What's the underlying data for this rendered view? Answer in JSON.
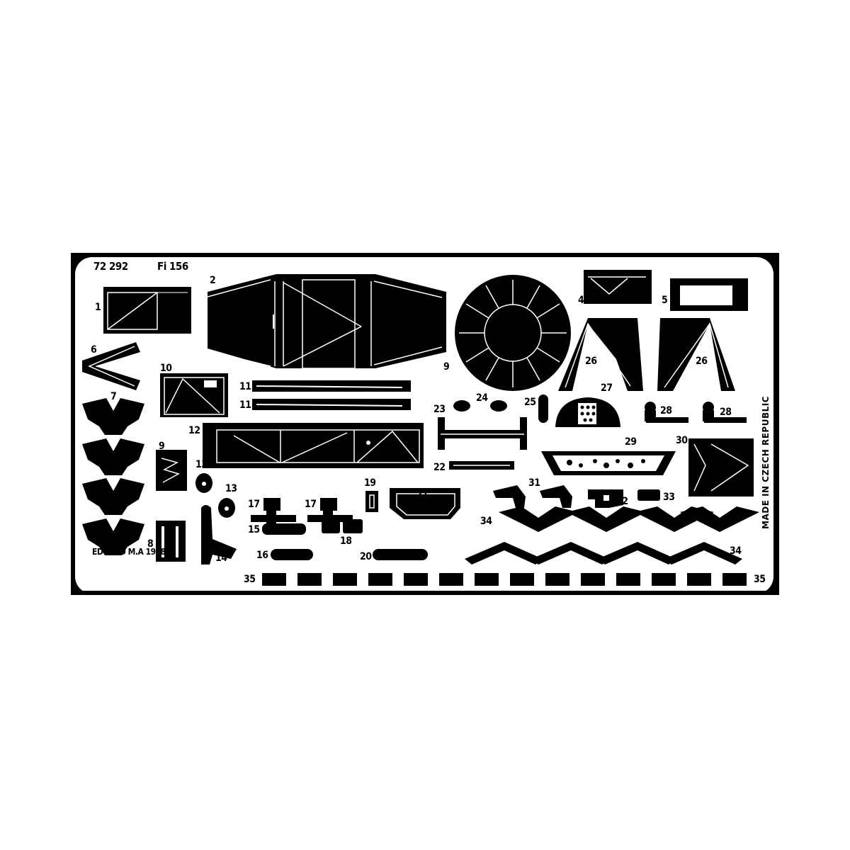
{
  "header": {
    "catalog_number": "72 292",
    "model": "Fi 156"
  },
  "footer": {
    "maker": "EDUARD M.A 1998",
    "origin": "MADE IN CZECH REPUBLIC"
  },
  "colors": {
    "metal": "#000000",
    "background": "#ffffff"
  },
  "parts": [
    {
      "id": "1",
      "label": "1"
    },
    {
      "id": "2",
      "label": "2"
    },
    {
      "id": "4",
      "label": "4"
    },
    {
      "id": "5",
      "label": "5"
    },
    {
      "id": "6",
      "label": "6"
    },
    {
      "id": "7",
      "label": "7"
    },
    {
      "id": "8",
      "label": "8"
    },
    {
      "id": "9a",
      "label": "9"
    },
    {
      "id": "9b",
      "label": "9"
    },
    {
      "id": "10",
      "label": "10"
    },
    {
      "id": "11a",
      "label": "11"
    },
    {
      "id": "11b",
      "label": "11"
    },
    {
      "id": "12",
      "label": "12"
    },
    {
      "id": "13a",
      "label": "13"
    },
    {
      "id": "13b",
      "label": "13"
    },
    {
      "id": "14",
      "label": "14"
    },
    {
      "id": "15",
      "label": "15"
    },
    {
      "id": "16",
      "label": "16"
    },
    {
      "id": "17a",
      "label": "17"
    },
    {
      "id": "17b",
      "label": "17"
    },
    {
      "id": "18",
      "label": "18"
    },
    {
      "id": "19",
      "label": "19"
    },
    {
      "id": "20",
      "label": "20"
    },
    {
      "id": "21",
      "label": "21"
    },
    {
      "id": "22",
      "label": "22"
    },
    {
      "id": "23",
      "label": "23"
    },
    {
      "id": "24",
      "label": "24"
    },
    {
      "id": "25",
      "label": "25"
    },
    {
      "id": "26a",
      "label": "26"
    },
    {
      "id": "26b",
      "label": "26"
    },
    {
      "id": "27",
      "label": "27"
    },
    {
      "id": "28a",
      "label": "28"
    },
    {
      "id": "28b",
      "label": "28"
    },
    {
      "id": "29",
      "label": "29"
    },
    {
      "id": "30",
      "label": "30"
    },
    {
      "id": "31",
      "label": "31"
    },
    {
      "id": "32",
      "label": "32"
    },
    {
      "id": "33",
      "label": "33"
    },
    {
      "id": "34a",
      "label": "34"
    },
    {
      "id": "34b",
      "label": "34"
    },
    {
      "id": "35a",
      "label": "35"
    },
    {
      "id": "35b",
      "label": "35"
    }
  ]
}
